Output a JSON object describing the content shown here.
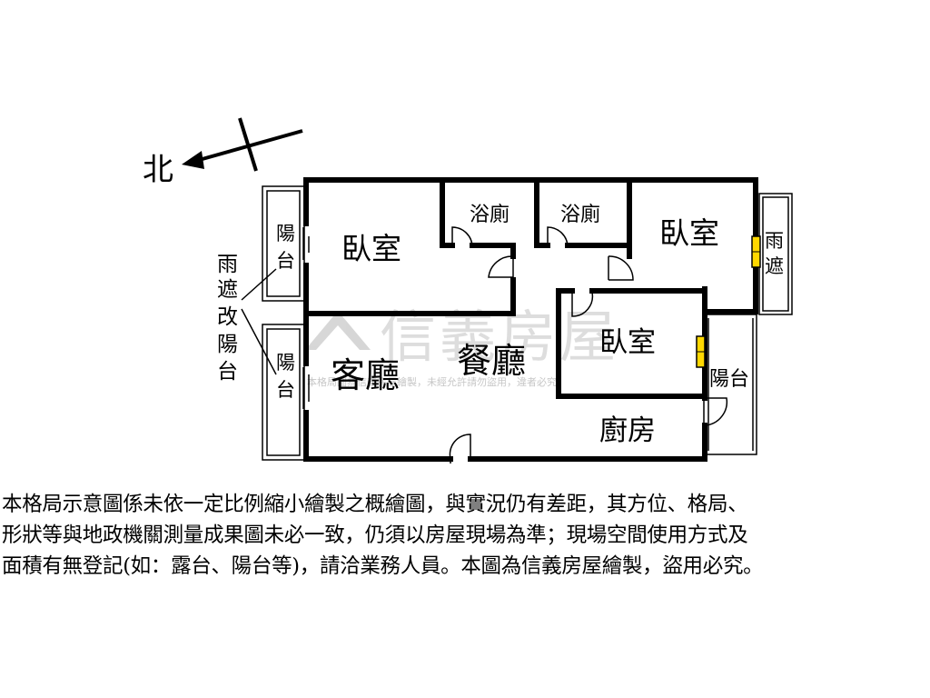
{
  "compass": {
    "label": "北"
  },
  "rooms": {
    "bedroom_nw": "臥室",
    "bath_1": "浴廁",
    "bath_2": "浴廁",
    "bedroom_ne": "臥室",
    "bedroom_center": "臥室",
    "living": "客廳",
    "dining": "餐廳",
    "kitchen": "廚房",
    "balcony_w_upper": [
      "陽",
      "台"
    ],
    "balcony_w_lower": [
      "陽",
      "台"
    ],
    "balcony_e": "陽台",
    "rain_shelter_e": [
      "雨",
      "遮"
    ]
  },
  "annotation": {
    "chars": [
      "雨",
      "遮",
      "改",
      "陽",
      "台"
    ]
  },
  "watermark": {
    "brand": "信義房屋",
    "small_text": "本格局圖為信義房屋繪製，未經允許請勿盜用，違者必究"
  },
  "disclaimer": {
    "lines": [
      "本格局示意圖係未依一定比例縮小繪製之概繪圖，與實況仍有差距，其方位、格局、",
      "形狀等與地政機關測量成果圖未必一致，仍須以房屋現場為準；現場空間使用方式及",
      "面積有無登記(如：露台、陽台等)，請洽業務人員。本圖為信義房屋繪製，盜用必究。"
    ]
  },
  "colors": {
    "wall": "#000000",
    "window_fill": "#ffd800",
    "watermark": "#d0d0d0"
  }
}
